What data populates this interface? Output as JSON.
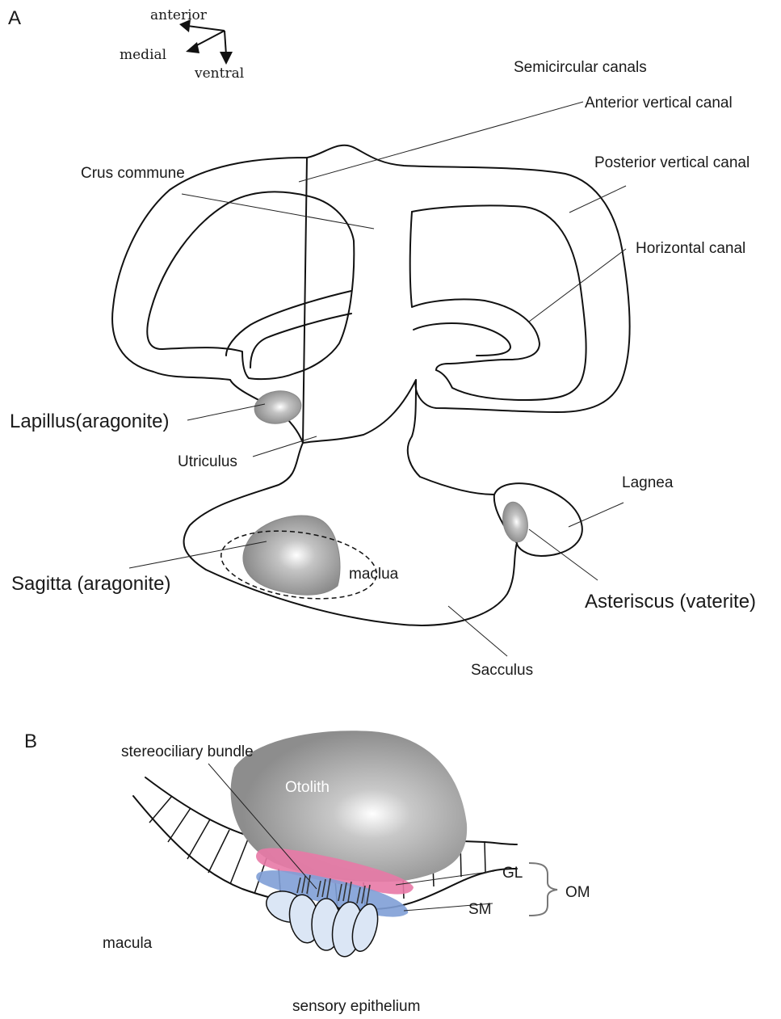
{
  "panel_a": {
    "letter": "A",
    "orientation": {
      "anterior": "anterior",
      "medial": "medial",
      "ventral": "ventral"
    },
    "labels": {
      "semicircular_canals": "Semicircular canals",
      "anterior_vertical_canal": "Anterior vertical canal",
      "posterior_vertical_canal": "Posterior vertical canal",
      "crus_commune": "Crus commune",
      "horizontal_canal": "Horizontal canal",
      "lapillus": "Lapillus(aragonite)",
      "utriculus": "Utriculus",
      "lagnea": "Lagnea",
      "sagitta": "Sagitta (aragonite)",
      "maclua": "maclua",
      "asteriscus": "Asteriscus (vaterite)",
      "sacculus": "Sacculus"
    }
  },
  "panel_b": {
    "letter": "B",
    "labels": {
      "stereociliary_bundle": "stereociliary bundle",
      "otolith": "Otolith",
      "gl": "GL",
      "om": "OM",
      "sm": "SM",
      "macula": "macula",
      "sensory_epithelium": "sensory epithelium"
    },
    "colors": {
      "otolith": "#8c8c8c",
      "gelatinous_layer": "#e879a6",
      "subcupular_meshwork": "#7f9fd6",
      "hair_cells": "#dbe6f5"
    }
  }
}
